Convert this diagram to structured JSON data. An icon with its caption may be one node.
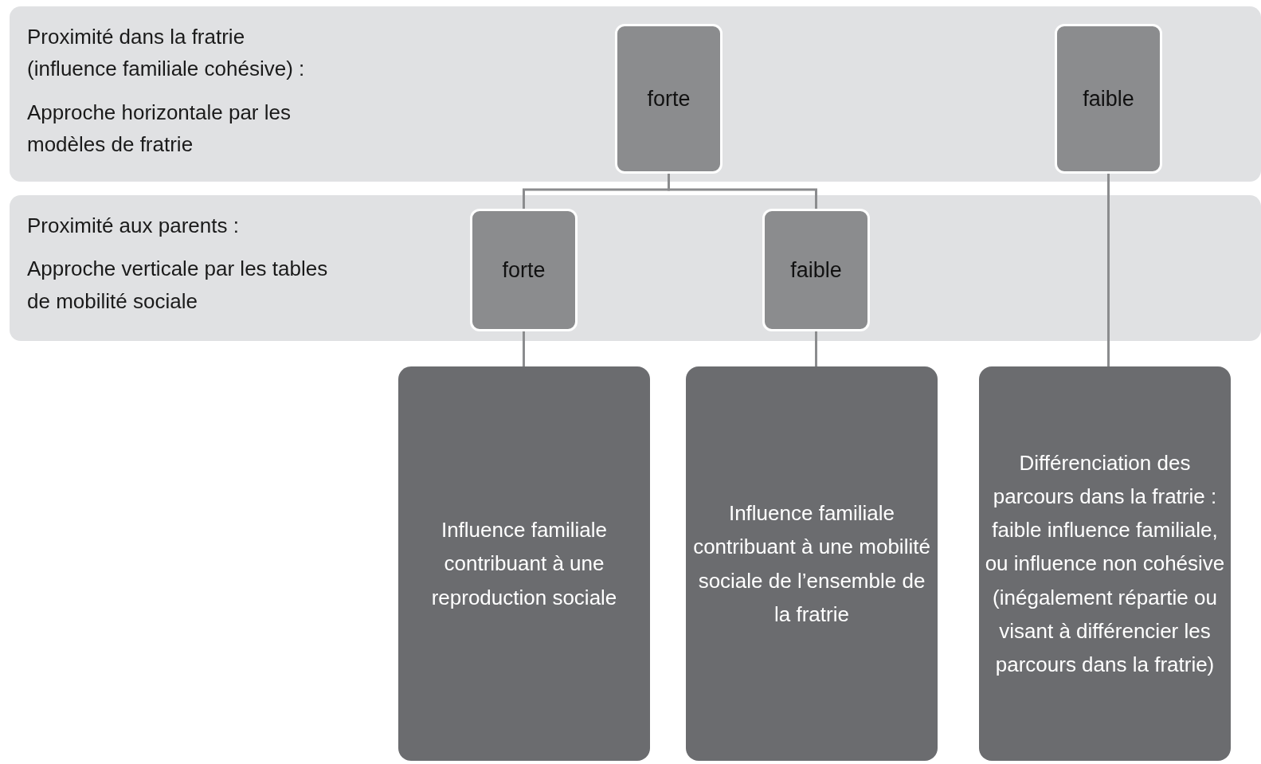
{
  "diagram": {
    "nodes": [
      {
        "text": [
          "Proximité dans la fratrie (influence familiale cohésive) :",
          "Approche horizontale par les modèles de fratrie"
        ]
      },
      {
        "text": [
          "forte"
        ],
        "in": 0
      },
      {
        "text": [
          "faible"
        ],
        "in": 0
      },
      {
        "text": [
          "Proximité aux parents :",
          "Approche verticale par les tables de mobilité sociale"
        ]
      },
      {
        "text": [
          "forte"
        ],
        "in": 3
      },
      {
        "text": [
          "faible"
        ],
        "in": 3
      },
      {
        "text": [
          "Influence familiale contribuant à une reproduction sociale"
        ]
      },
      {
        "text": [
          "Influence familiale contribuant à une mobilité sociale de l’ensemble de la fratrie"
        ]
      },
      {
        "text": [
          "Différenciation des parcours dans la fratrie : faible influence familiale, ou influence non cohésive (inégalement répartie ou visant à différencier les parcours dans la fratrie)"
        ]
      }
    ],
    "edges": [
      {
        "from": 1,
        "to": 4,
        "arrow": "none"
      },
      {
        "from": 1,
        "to": 5,
        "arrow": "none"
      },
      {
        "from": 4,
        "to": 6,
        "arrow": "none"
      },
      {
        "from": 5,
        "to": 7,
        "arrow": "none"
      },
      {
        "from": 2,
        "to": 8,
        "arrow": "none"
      }
    ]
  }
}
